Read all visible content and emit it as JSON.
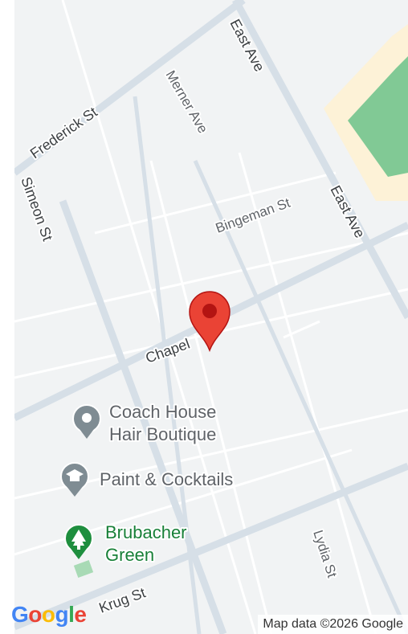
{
  "streets": {
    "frederick": "Frederick St",
    "east_ave_top": "East Ave",
    "merner": "Merner Ave",
    "bingeman": "Bingeman St",
    "east_ave_mid": "East Ave",
    "simeon": "Simeon St",
    "chapel": "Chapel",
    "lydia": "Lydia St",
    "krug": "Krug St"
  },
  "pois": {
    "coach_house_line1": "Coach House",
    "coach_house_line2": "Hair Boutique",
    "paint_cocktails": "Paint & Cocktails",
    "brubacher_line1": "Brubacher",
    "brubacher_line2": "Green"
  },
  "footer": {
    "attribution": "Map data ©2026 Google",
    "logo": [
      "G",
      "o",
      "o",
      "g",
      "l",
      "e"
    ]
  },
  "colors": {
    "map_background": "#f1f3f4",
    "road": "#d6dfe7",
    "park": "#81c995",
    "park_border": "#fdf2d7",
    "pin": "#ea4335",
    "pin_dark": "#b31412",
    "poi_gray": "#7f8c93",
    "poi_green": "#1e8e3e"
  },
  "icons": {
    "pin": "map-pin-icon",
    "coach_house": "generic-poi-icon",
    "paint_cocktails": "school-cap-icon",
    "brubacher": "tree-icon"
  }
}
